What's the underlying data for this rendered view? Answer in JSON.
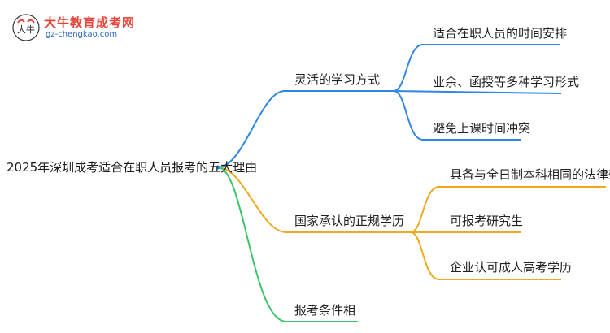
{
  "logo": {
    "title": "大牛教育成考网",
    "url": "gz-chengkao.com",
    "mark_text": "大牛"
  },
  "root": {
    "label": "2025年深圳成考适合在职人员报考的五大理由"
  },
  "branches": [
    {
      "label": "灵活的学习方式",
      "color": "#2f86e6",
      "children": [
        "适合在职人员的时间安排",
        "业余、函授等多种学习形式",
        "避免上课时间冲突"
      ]
    },
    {
      "label": "国家承认的正规学历",
      "color": "#f0a81c",
      "children": [
        "具备与全日制本科相同的法律效力",
        "可报考研究生",
        "企业认可成人高考学历"
      ]
    },
    {
      "label": "报考条件相",
      "color": "#3cc46a",
      "children": []
    }
  ]
}
